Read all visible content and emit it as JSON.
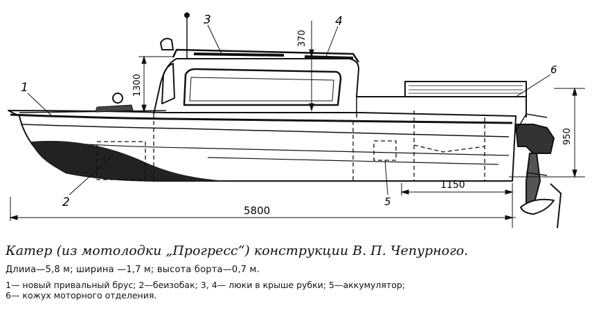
{
  "figure": {
    "callouts": [
      "1",
      "2",
      "3",
      "4",
      "5",
      "6"
    ],
    "dimensions": {
      "overall_length": "5800",
      "stern_offset": "1150",
      "cabin_height": "1300",
      "roof_height": "370",
      "transom_height": "950"
    }
  },
  "caption": {
    "title": "Катер (из мотолодки „Прогресс“) конструкции В. П. Чепурного.",
    "specs": "Длииа—5,8 м; ширина —1,7 м; высота борта—0,7 м.",
    "legend_line1": "1— новый привальный брус; 2—беизобак; 3, 4— люки в крыше  рубки;  5—аккумулятор;",
    "legend_line2": "6— кожух моторного отделения."
  }
}
